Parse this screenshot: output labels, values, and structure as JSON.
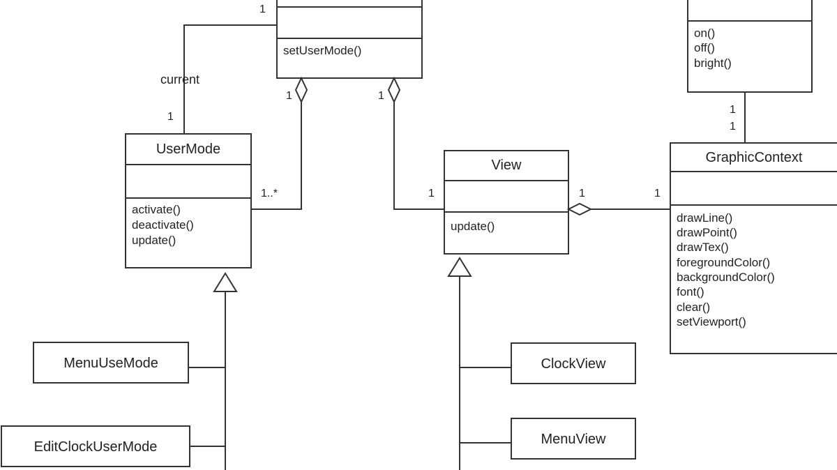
{
  "diagram": {
    "classes": {
      "top_controller": {
        "name": "",
        "operations": [
          "setUserMode()"
        ]
      },
      "display": {
        "name": "",
        "operations": [
          "on()",
          "off()",
          "bright()"
        ]
      },
      "user_mode": {
        "name": "UserMode",
        "operations": [
          "activate()",
          "deactivate()",
          "update()"
        ]
      },
      "view": {
        "name": "View",
        "operations": [
          "update()"
        ]
      },
      "graphic_context": {
        "name": "GraphicContext",
        "operations": [
          "drawLine()",
          "drawPoint()",
          "drawTex()",
          "foregroundColor()",
          "backgroundColor()",
          "font()",
          "clear()",
          "setViewport()"
        ]
      },
      "menu_use_mode": {
        "name": "MenuUseMode"
      },
      "edit_clock_user_mode": {
        "name": "EditClockUserMode"
      },
      "clock_view": {
        "name": "ClockView"
      },
      "menu_view": {
        "name": "MenuView"
      }
    },
    "labels": {
      "top_left_mult": "1",
      "current_role": "current",
      "current_mult": "1",
      "usermode_agg_mult": "1",
      "usermode_many_mult": "1..*",
      "view_agg_mult": "1",
      "view_end_mult": "1",
      "display_mult_top": "1",
      "display_mult_bottom": "1",
      "view_gc_mult_view": "1",
      "view_gc_mult_gc": "1"
    }
  }
}
